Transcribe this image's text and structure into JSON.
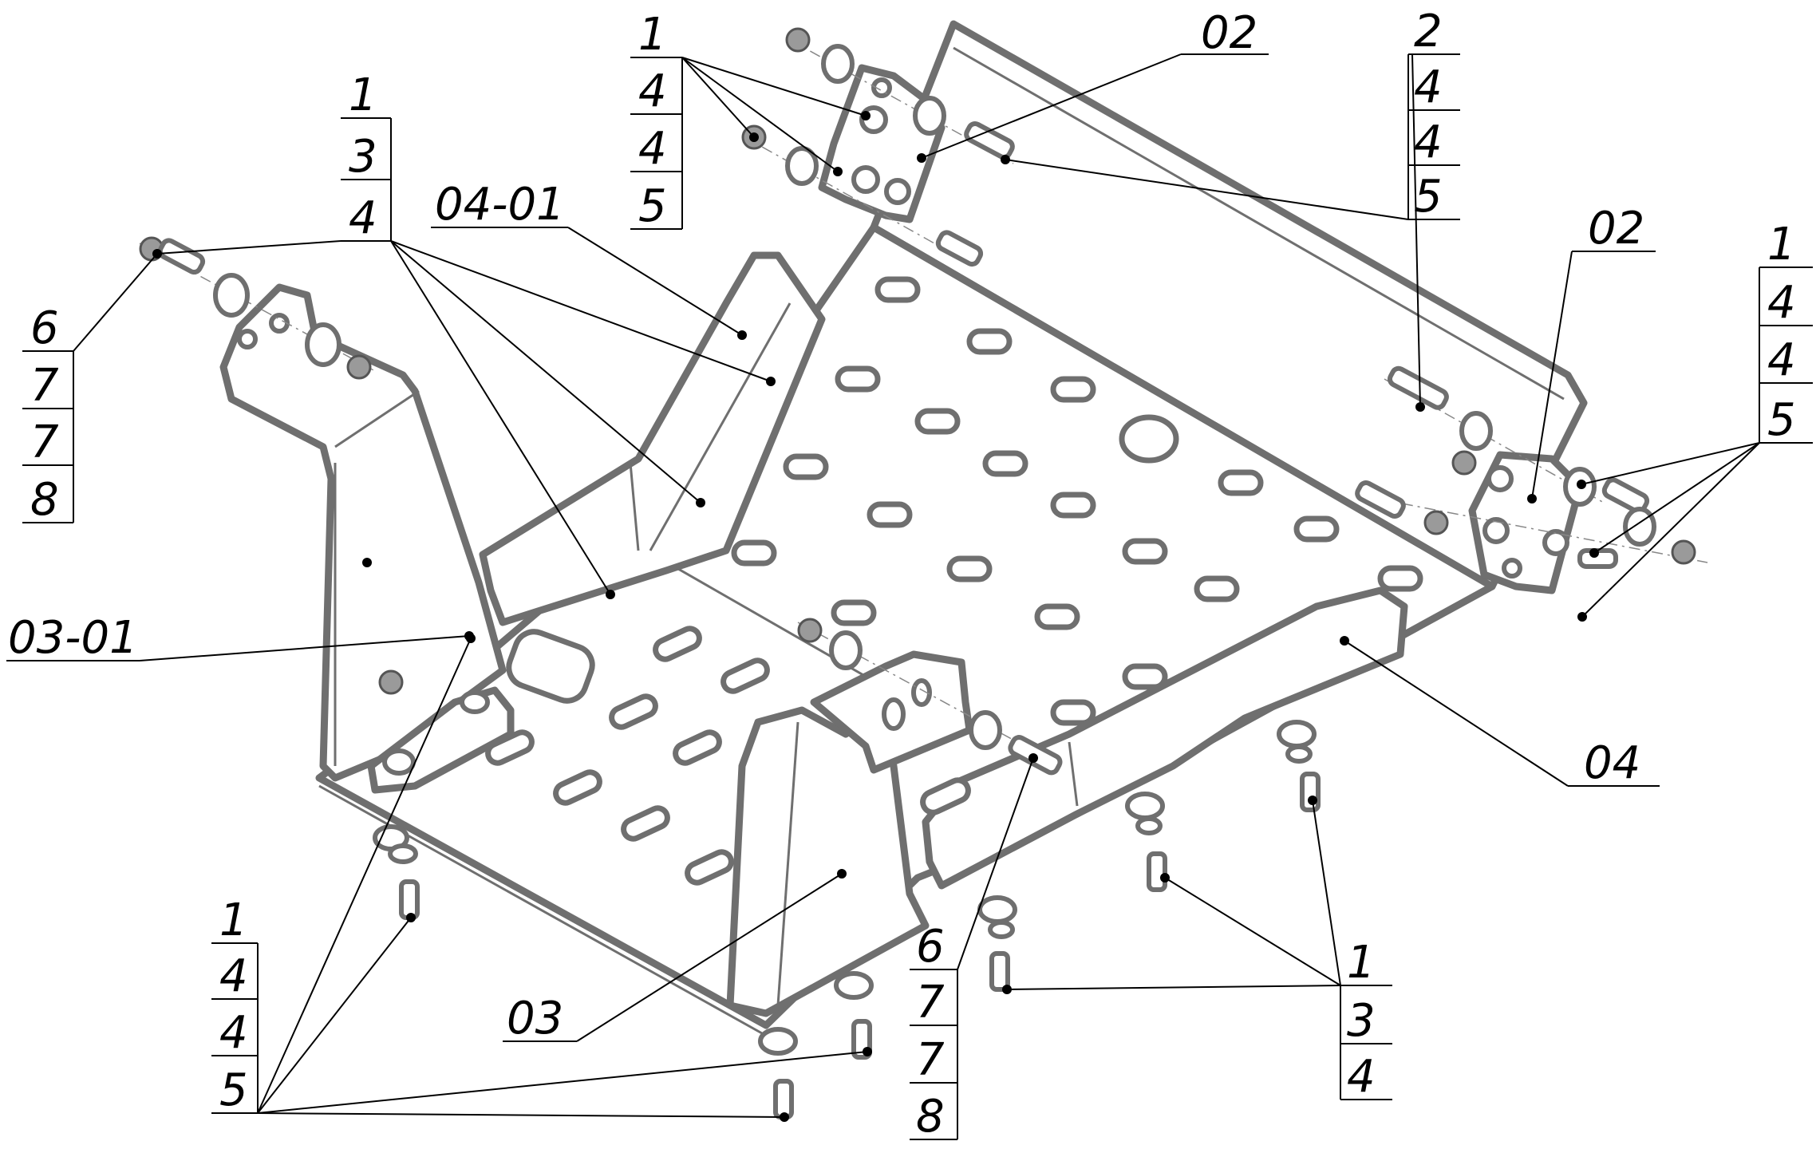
{
  "callouts": {
    "c_tl_left": [
      "1",
      "3",
      "4"
    ],
    "c_far_left": [
      "6",
      "7",
      "7",
      "8"
    ],
    "c_top_mid": [
      "1",
      "4",
      "4",
      "5"
    ],
    "c_top_right": [
      "2",
      "4",
      "4",
      "5"
    ],
    "c_right": [
      "1",
      "4",
      "4",
      "5"
    ],
    "c_bot_left": [
      "1",
      "4",
      "4",
      "5"
    ],
    "c_bot_mid": [
      "6",
      "7",
      "7",
      "8"
    ],
    "c_bot_right": [
      "1",
      "3",
      "4"
    ]
  },
  "part_labels": {
    "p02_top": "02",
    "p02_right": "02",
    "p04_01": "04-01",
    "p03_01": "03-01",
    "p03": "03",
    "p04": "04"
  }
}
